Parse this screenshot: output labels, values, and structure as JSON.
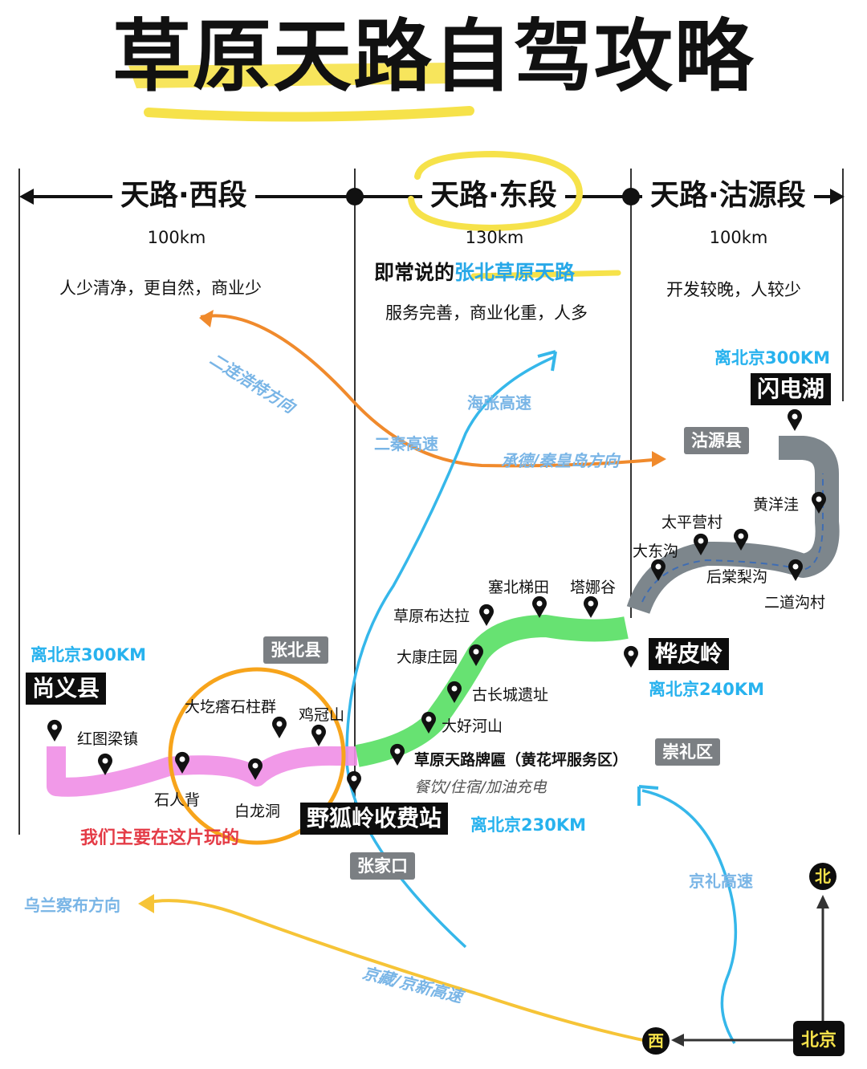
{
  "title": "草原天路自驾攻略",
  "segments": [
    {
      "name": "天路·西段",
      "length": "100km",
      "note": "人少清净，更自然，商业少"
    },
    {
      "name": "天路·东段",
      "length": "130km",
      "note_prefix": "即常说的",
      "note_highlight": "张北草原天路",
      "note2": "服务完善，商业化重，人多"
    },
    {
      "name": "天路·沽源段",
      "length": "100km",
      "note": "开发较晚，人较少"
    }
  ],
  "areas": {
    "guyuan": "沽源县",
    "zhangbei": "张北县",
    "chongli": "崇礼区",
    "zhangjiakou": "张家口"
  },
  "key_places": {
    "shandianhu": "闪电湖",
    "shangyi": "尚义县",
    "huapiling": "桦皮岭",
    "yehuling": "野狐岭收费站"
  },
  "distances": {
    "shandianhu": "离北京300KM",
    "shangyi": "离北京300KM",
    "huapiling": "离北京240KM",
    "yehuling": "离北京230KM"
  },
  "pois": {
    "hongtuliang": "红图梁镇",
    "dagedashizhuqun": "大圪瘩石柱群",
    "jiguanshan": "鸡冠山",
    "shirenbei": "石人背",
    "bailongdong": "白龙洞",
    "caoyuanbudala": "草原布达拉",
    "saibeititian": "塞北梯田",
    "tanuogu": "塔娜谷",
    "dakangzhuangyuan": "大康庄园",
    "guchangcheng": "古长城遗址",
    "dahaoheshan": "大好河山",
    "paifang": "草原天路牌匾（黄花坪服务区）",
    "services": "餐饮/住宿/加油充电",
    "huangyangwa": "黄洋洼",
    "taipingying": "太平营村",
    "dadonggou": "大东沟",
    "houtangligou": "后棠梨沟",
    "erdaogou": "二道沟村"
  },
  "roads": {
    "haizhang": "海张高速",
    "erqin": "二秦高速",
    "jingli": "京礼高速",
    "jingzang": "京藏/京新高速"
  },
  "directions": {
    "erlian": "二连浩特方向",
    "chengde": "承德/秦皇岛方向",
    "wulanchabu": "乌兰察布方向"
  },
  "callout": "我们主要在这片玩的",
  "compass": {
    "north": "北",
    "west": "西",
    "beijing": "北京"
  },
  "colors": {
    "highlight": "#f6e24a",
    "west_route": "#f08ee6",
    "east_route": "#5fe06a",
    "guyuan_route": "#7d868c",
    "highway_blue": "#35b7ea",
    "road_orange": "#f08a2c",
    "road_yellow": "#f6c437",
    "circle": "#f7a41b",
    "distance_text": "#27b2ee"
  }
}
